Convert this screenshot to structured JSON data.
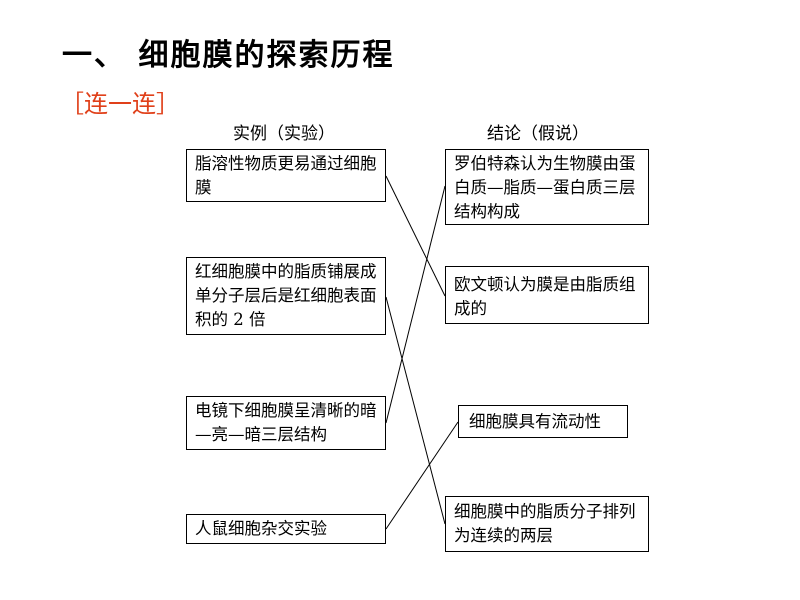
{
  "title": "一、 细胞膜的探索历程",
  "subtitle": "［连一连］",
  "left_header": "实例（实验）",
  "right_header": "结论（假说）",
  "left_items": [
    "脂溶性物质更易通过细胞膜",
    "红细胞膜中的脂质铺展成单分子层后是红细胞表面积的 2 倍",
    "电镜下细胞膜呈清晰的暗—亮—暗三层结构",
    "人鼠细胞杂交实验"
  ],
  "right_items": [
    "罗伯特森认为生物膜由蛋白质—脂质—蛋白质三层结构构成",
    "欧文顿认为膜是由脂质组成的",
    "细胞膜具有流动性",
    "细胞膜中的脂质分子排列为连续的两层"
  ],
  "line_color": "#000000"
}
